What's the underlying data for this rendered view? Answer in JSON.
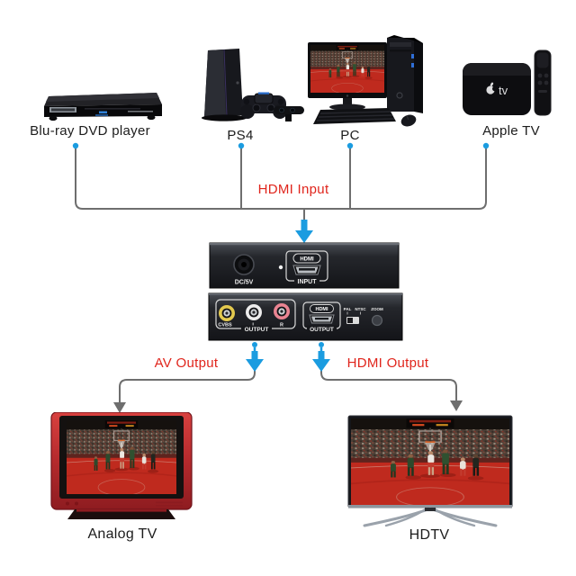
{
  "sources": [
    {
      "name": "bluray",
      "label": "Blu-ray DVD player"
    },
    {
      "name": "ps4",
      "label": "PS4"
    },
    {
      "name": "pc",
      "label": "PC"
    },
    {
      "name": "appletv",
      "label": "Apple TV"
    }
  ],
  "connections": {
    "input_label": "HDMI Input",
    "av_output_label": "AV Output",
    "hdmi_output_label": "HDMI Output"
  },
  "converter": {
    "rear_panel": {
      "power_label": "DC/5V",
      "hdmi_badge": "HDMI",
      "port_label": "INPUT"
    },
    "front_panel": {
      "rca_jacks": [
        {
          "label": "CVBS",
          "ring_color": "#e3c94e"
        },
        {
          "label": "L",
          "ring_color": "#ededed"
        },
        {
          "label": "R",
          "ring_color": "#ea8492"
        }
      ],
      "rca_group_label": "OUTPUT",
      "hdmi_badge": "HDMI",
      "hdmi_group_label": "OUTPUT",
      "pal_label": "PAL",
      "ntsc_label": "NTSC",
      "zoom_label": "ZOOM"
    }
  },
  "displays": [
    {
      "name": "analog-tv",
      "label": "Analog TV"
    },
    {
      "name": "hdtv",
      "label": "HDTV"
    }
  ],
  "apple_tv": {
    "logo_text": "tv"
  },
  "colors": {
    "arrow_blue": "#1b9ce0",
    "label_red": "#e0251c",
    "line_gray": "#6e6e6e"
  }
}
